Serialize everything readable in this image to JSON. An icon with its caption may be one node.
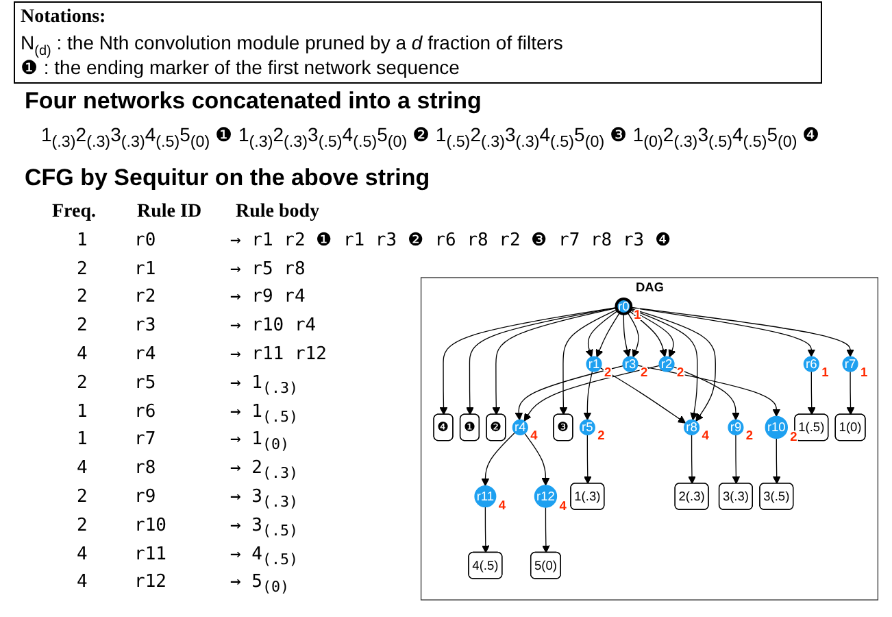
{
  "diagram": {
    "nodes": [
      {
        "text": [
          "DAG"
        ]
      },
      {
        "text": [
          "❹"
        ],
        "in": 0
      },
      {
        "text": [
          "1(0)"
        ],
        "in": 0
      },
      {
        "text": [
          "r7"
        ],
        "in": 0,
        "beside": [
          "1"
        ]
      },
      {
        "text": [
          "❸"
        ],
        "in": 0
      },
      {
        "text": [
          "r0"
        ],
        "in": 0,
        "beside": [
          "1"
        ]
      },
      {
        "text": [
          "r6"
        ],
        "in": 0,
        "beside": [
          "1"
        ]
      },
      {
        "text": [
          "1(.5)"
        ],
        "in": 0
      },
      {
        "text": [
          "❶"
        ],
        "in": 0
      },
      {
        "text": [
          "r3"
        ],
        "in": 0,
        "beside": [
          "2"
        ]
      },
      {
        "text": [
          "❷"
        ],
        "in": 0
      },
      {
        "text": [
          "r1"
        ],
        "in": 0,
        "beside": [
          "2"
        ]
      },
      {
        "text": [
          "r2"
        ],
        "in": 0,
        "beside": [
          "2"
        ]
      },
      {
        "text": [
          "r10"
        ],
        "in": 0,
        "beside": [
          "2"
        ]
      },
      {
        "text": [
          "3(.5)"
        ],
        "in": 0
      },
      {
        "text": [
          "r4"
        ],
        "in": 0,
        "beside": [
          "4"
        ]
      },
      {
        "text": [
          "r5"
        ],
        "in": 0,
        "beside": [
          "2"
        ]
      },
      {
        "text": [
          "r8"
        ],
        "in": 0,
        "beside": [
          "4"
        ]
      },
      {
        "text": [
          "r9"
        ],
        "in": 0,
        "beside": [
          "2"
        ]
      },
      {
        "text": [
          "r12"
        ],
        "in": 0,
        "beside": [
          "4"
        ]
      },
      {
        "text": [
          "r11"
        ],
        "in": 0,
        "beside": [
          "4"
        ]
      },
      {
        "text": [
          "5(0)"
        ],
        "in": 0
      },
      {
        "text": [
          "1(.3)"
        ],
        "in": 0
      },
      {
        "text": [
          "2(.3)"
        ],
        "in": 0
      },
      {
        "text": [
          "3(.3)"
        ],
        "in": 0
      },
      {
        "text": [
          "4(.5)"
        ],
        "in": 0
      }
    ],
    "edges": [
      {
        "from": 5,
        "to": 11,
        "arrow": "to"
      },
      {
        "from": 5,
        "to": 12,
        "arrow": "to"
      },
      {
        "from": 5,
        "to": 8,
        "arrow": "to"
      },
      {
        "from": 5,
        "to": 11,
        "arrow": "to"
      },
      {
        "from": 5,
        "to": 9,
        "arrow": "to"
      },
      {
        "from": 5,
        "to": 10,
        "arrow": "to"
      },
      {
        "from": 5,
        "to": 6,
        "arrow": "to"
      },
      {
        "from": 5,
        "to": 17,
        "arrow": "to"
      },
      {
        "from": 5,
        "to": 12,
        "arrow": "to"
      },
      {
        "from": 5,
        "to": 4,
        "arrow": "to"
      },
      {
        "from": 5,
        "to": 3,
        "arrow": "to"
      },
      {
        "from": 5,
        "to": 17,
        "arrow": "to"
      },
      {
        "from": 5,
        "to": 9,
        "arrow": "to"
      },
      {
        "from": 5,
        "to": 1,
        "arrow": "to"
      },
      {
        "from": 11,
        "to": 16,
        "arrow": "to"
      },
      {
        "from": 11,
        "to": 17,
        "arrow": "to"
      },
      {
        "from": 12,
        "to": 18,
        "arrow": "to"
      },
      {
        "from": 12,
        "to": 15,
        "arrow": "to"
      },
      {
        "from": 9,
        "to": 13,
        "arrow": "to"
      },
      {
        "from": 9,
        "to": 15,
        "arrow": "to"
      },
      {
        "from": 15,
        "to": 20,
        "arrow": "to"
      },
      {
        "from": 15,
        "to": 19,
        "arrow": "to"
      },
      {
        "from": 16,
        "to": 22,
        "arrow": "to"
      },
      {
        "from": 6,
        "to": 7,
        "arrow": "to"
      },
      {
        "from": 3,
        "to": 2,
        "arrow": "to"
      },
      {
        "from": 17,
        "to": 23,
        "arrow": "to"
      },
      {
        "from": 18,
        "to": 24,
        "arrow": "to"
      },
      {
        "from": 13,
        "to": 14,
        "arrow": "to"
      },
      {
        "from": 20,
        "to": 25,
        "arrow": "to"
      },
      {
        "from": 19,
        "to": 21,
        "arrow": "to"
      }
    ],
    "labels": [
      "Notations:",
      "N$_{(d)}$ : the Nth convolution module pruned by a *d* fraction of filters",
      "❶ : the ending marker of the first network sequence",
      "Four networks concatenated into a string",
      "1$_{(.3)}$2$_{(.3)}$3$_{(.3)}$4$_{(.5)}$5$_{(0)}$ ❶ 1$_{(.3)}$2$_{(.3)}$3$_{(.5)}$4$_{(.5)}$5$_{(0)}$ ❷ 1$_{(.5)}$2$_{(.3)}$3$_{(.3)}$4$_{(.5)}$5$_{(0)}$ ❸ 1$_{(0)}$2$_{(.3)}$3$_{(.5)}$4$_{(.5)}$5$_{(0)}$ ❹",
      "CFG by Sequitur on the above string",
      "Freq.",
      "Rule ID",
      "Rule body",
      "1",
      "r0",
      "→ r1 r2 ❶ r1 r3 ❷ r6 r8 r2 ❸ r7 r8 r3 ❹",
      "2",
      "r1",
      "→ r5 r8",
      "2",
      "r2",
      "→ r9 r4",
      "2",
      "r3",
      "→ r10 r4",
      "4",
      "r4",
      "→ r11 r12",
      "2",
      "r5",
      "→ 1$_{(.3)}$",
      "1",
      "r6",
      "→ 1$_{(.5)}$",
      "1",
      "r7",
      "→ 1$_{(0)}$",
      "4",
      "r8",
      "→ 2$_{(.3)}$",
      "2",
      "r9",
      "→ 3$_{(.3)}$",
      "2",
      "r10",
      "→ 3$_{(.5)}$",
      "4",
      "r11",
      "→ 4$_{(.5)}$",
      "4",
      "r12",
      "→ 5$_{(0)}$"
    ]
  }
}
